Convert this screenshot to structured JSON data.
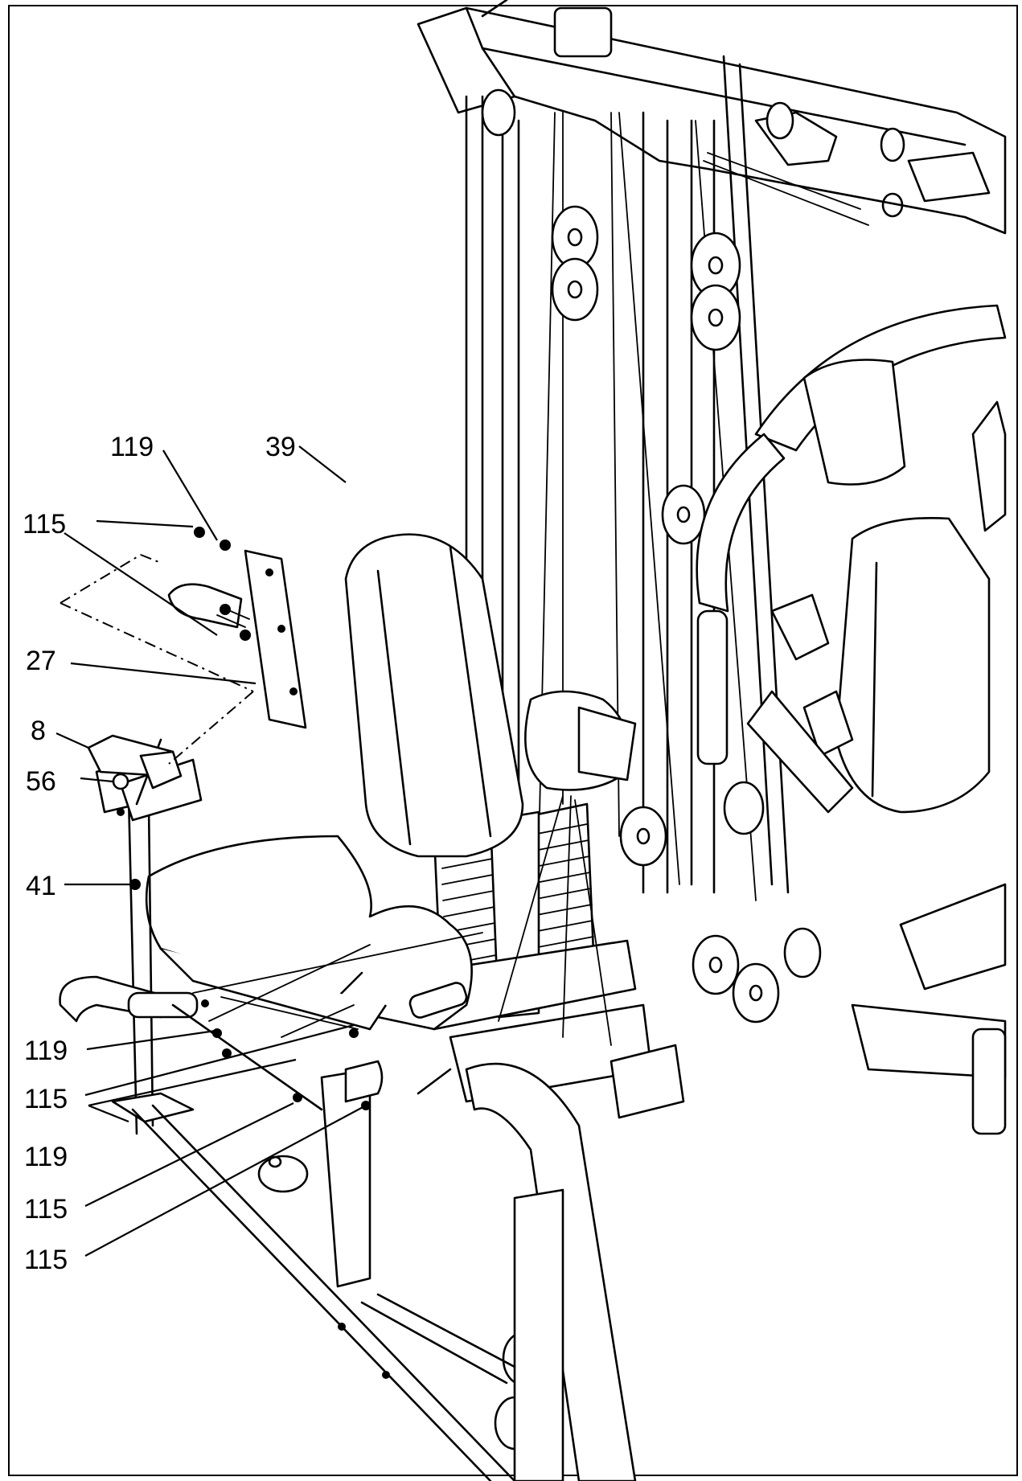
{
  "callouts": [
    {
      "id": "c119a",
      "label": "119"
    },
    {
      "id": "c39",
      "label": "39"
    },
    {
      "id": "c115a",
      "label": "115"
    },
    {
      "id": "c27",
      "label": "27"
    },
    {
      "id": "c8",
      "label": "8"
    },
    {
      "id": "c56",
      "label": "56"
    },
    {
      "id": "c41",
      "label": "41"
    },
    {
      "id": "c119b",
      "label": "119"
    },
    {
      "id": "c115b",
      "label": "115"
    },
    {
      "id": "c119c",
      "label": "119"
    },
    {
      "id": "c115c",
      "label": "115"
    },
    {
      "id": "c115d",
      "label": "115"
    }
  ]
}
